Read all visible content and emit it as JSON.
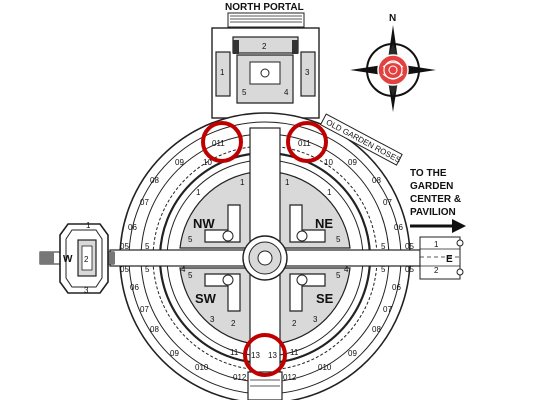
{
  "map": {
    "north_portal_label": "NORTH PORTAL",
    "compass_letter": "N",
    "old_garden_roses_label": "OLD GARDEN ROSES",
    "direction_text": {
      "line1": "TO THE",
      "line2": "GARDEN",
      "line3": "CENTER &",
      "line4": "PAVILION"
    },
    "quadrants": {
      "nw": "NW",
      "ne": "NE",
      "sw": "SW",
      "se": "SE"
    },
    "west_structure": {
      "letter": "W",
      "number": "2",
      "top": "1",
      "bottom": "3"
    },
    "east_path": {
      "letter": "E",
      "upper": "1",
      "lower": "2"
    },
    "north_portal_beds": {
      "top": "2",
      "left": "1",
      "right": "3",
      "inner_left": "5",
      "inner_right": "4"
    },
    "highlight_labels": {
      "top_left": "011",
      "top_right": "011",
      "bottom_left": "13",
      "bottom_right": "13"
    },
    "accent_colors": {
      "highlight": "#c00000",
      "bed_fill": "#d9d9d9",
      "rose": "#e34040"
    }
  }
}
